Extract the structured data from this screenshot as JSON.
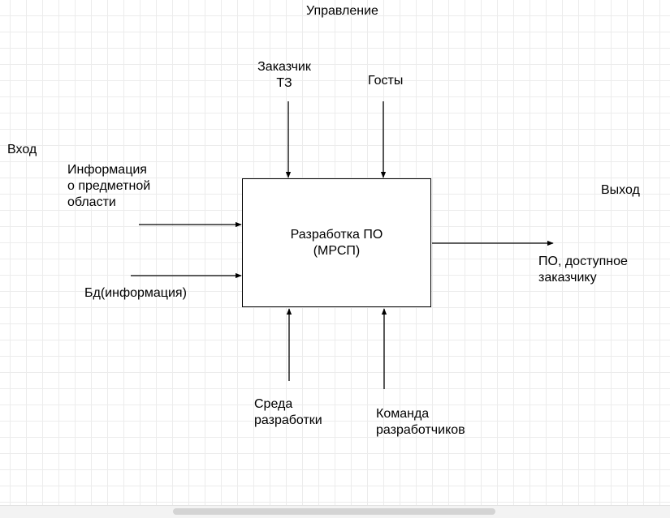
{
  "diagram": {
    "control_heading": "Управление",
    "input_heading": "Вход",
    "output_heading": "Выход",
    "process": "Разработка ПО\n(МРСП)",
    "controls": {
      "customer": "Заказчик\nТЗ",
      "standards": "Госты"
    },
    "inputs": {
      "domain_info": "Информация\nо предметной\nобласти",
      "db": "Бд(информация)"
    },
    "output": "ПО, доступное\nзаказчику",
    "mechanisms": {
      "environment": "Среда\nразработки",
      "team": "Команда\nразработчиков"
    }
  }
}
